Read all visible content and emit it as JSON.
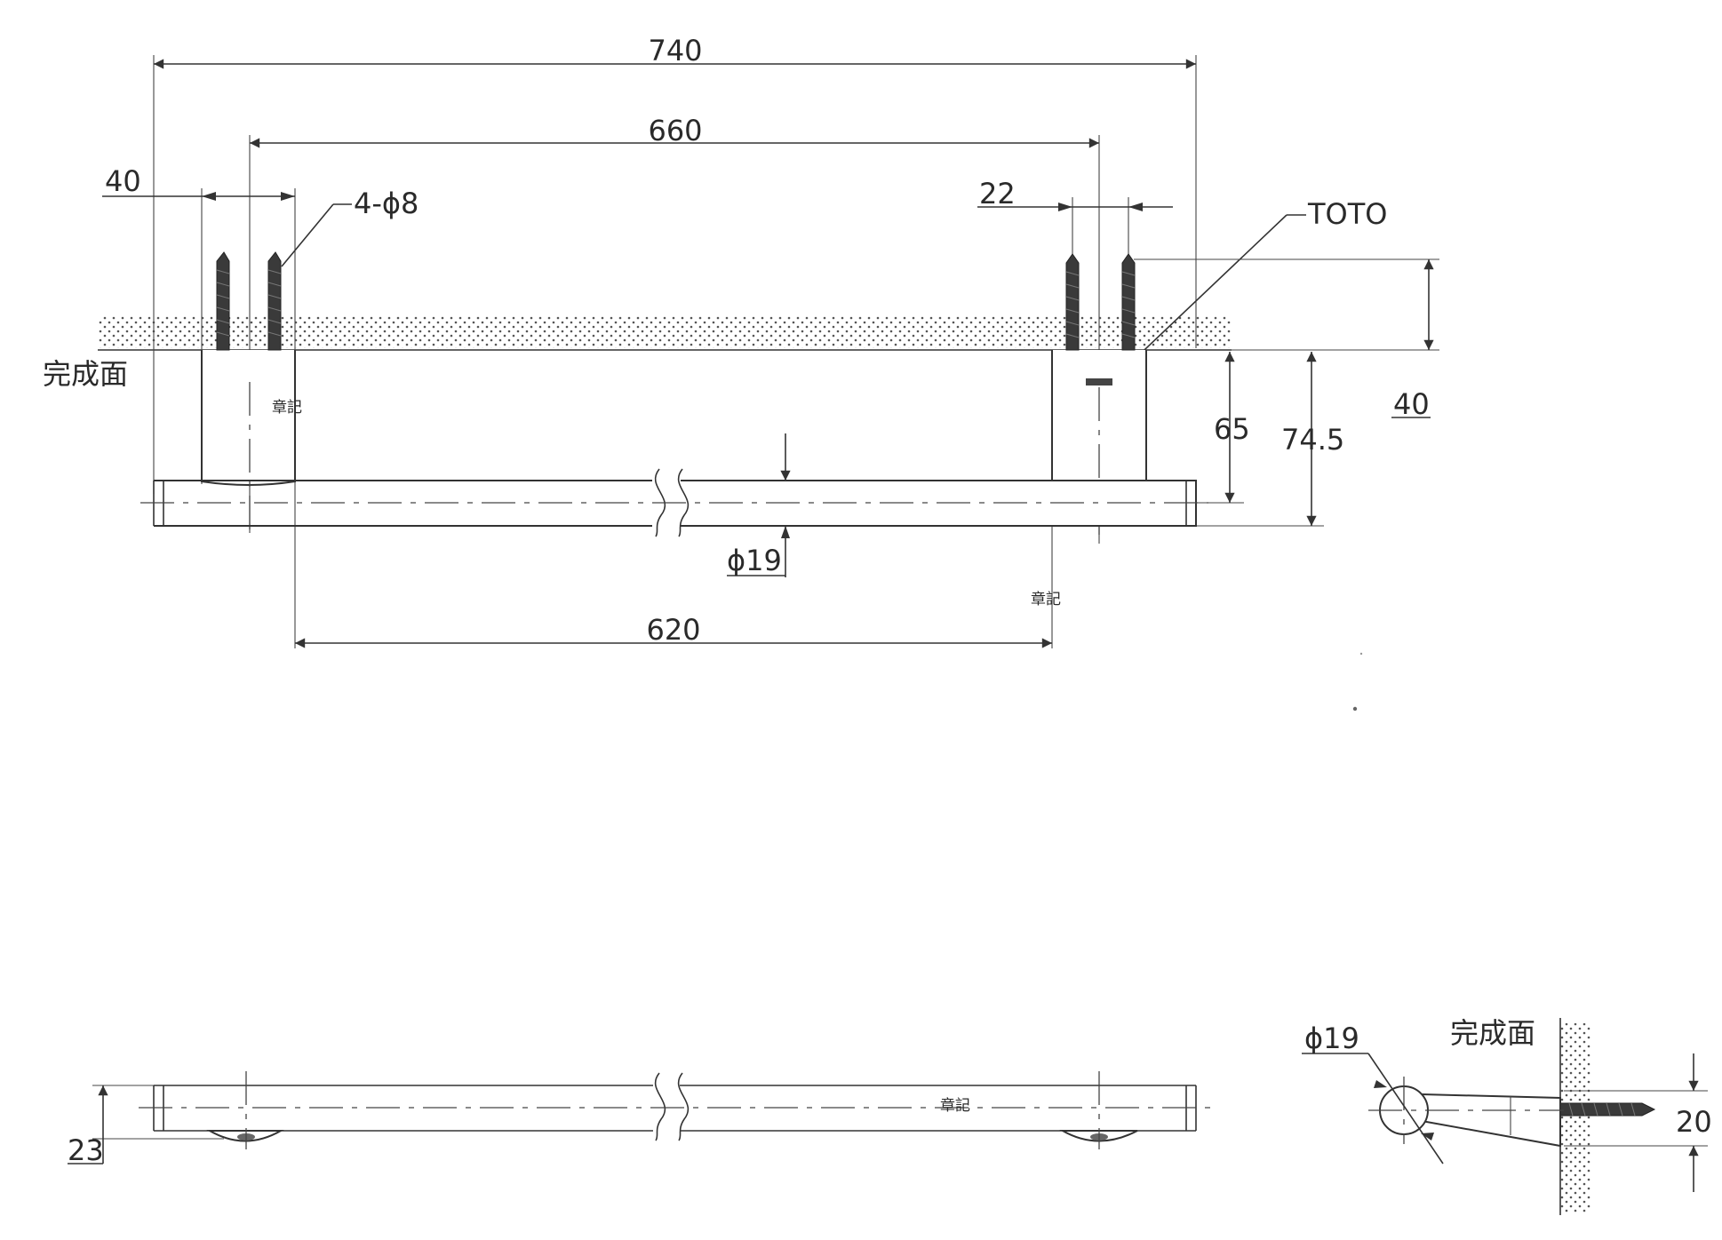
{
  "diagram": {
    "dimensions": {
      "overall_length": "740",
      "mount_pitch": "660",
      "bracket_width": "40",
      "hole_spec": "4-ϕ8",
      "screw_spacing": "22",
      "brand_mark": "TOTO",
      "projection_center": "65",
      "projection_outer": "74.5",
      "screw_length": "40",
      "bar_diameter": "ϕ19",
      "inner_clear_length": "620",
      "bar_height": "23",
      "bar_diameter_side": "ϕ19",
      "side_base_height": "20"
    },
    "labels": {
      "finish_surface_front": "完成面",
      "finish_surface_side": "完成面",
      "stamp_1": "章記",
      "stamp_2": "章記",
      "stamp_3": "章記"
    }
  }
}
